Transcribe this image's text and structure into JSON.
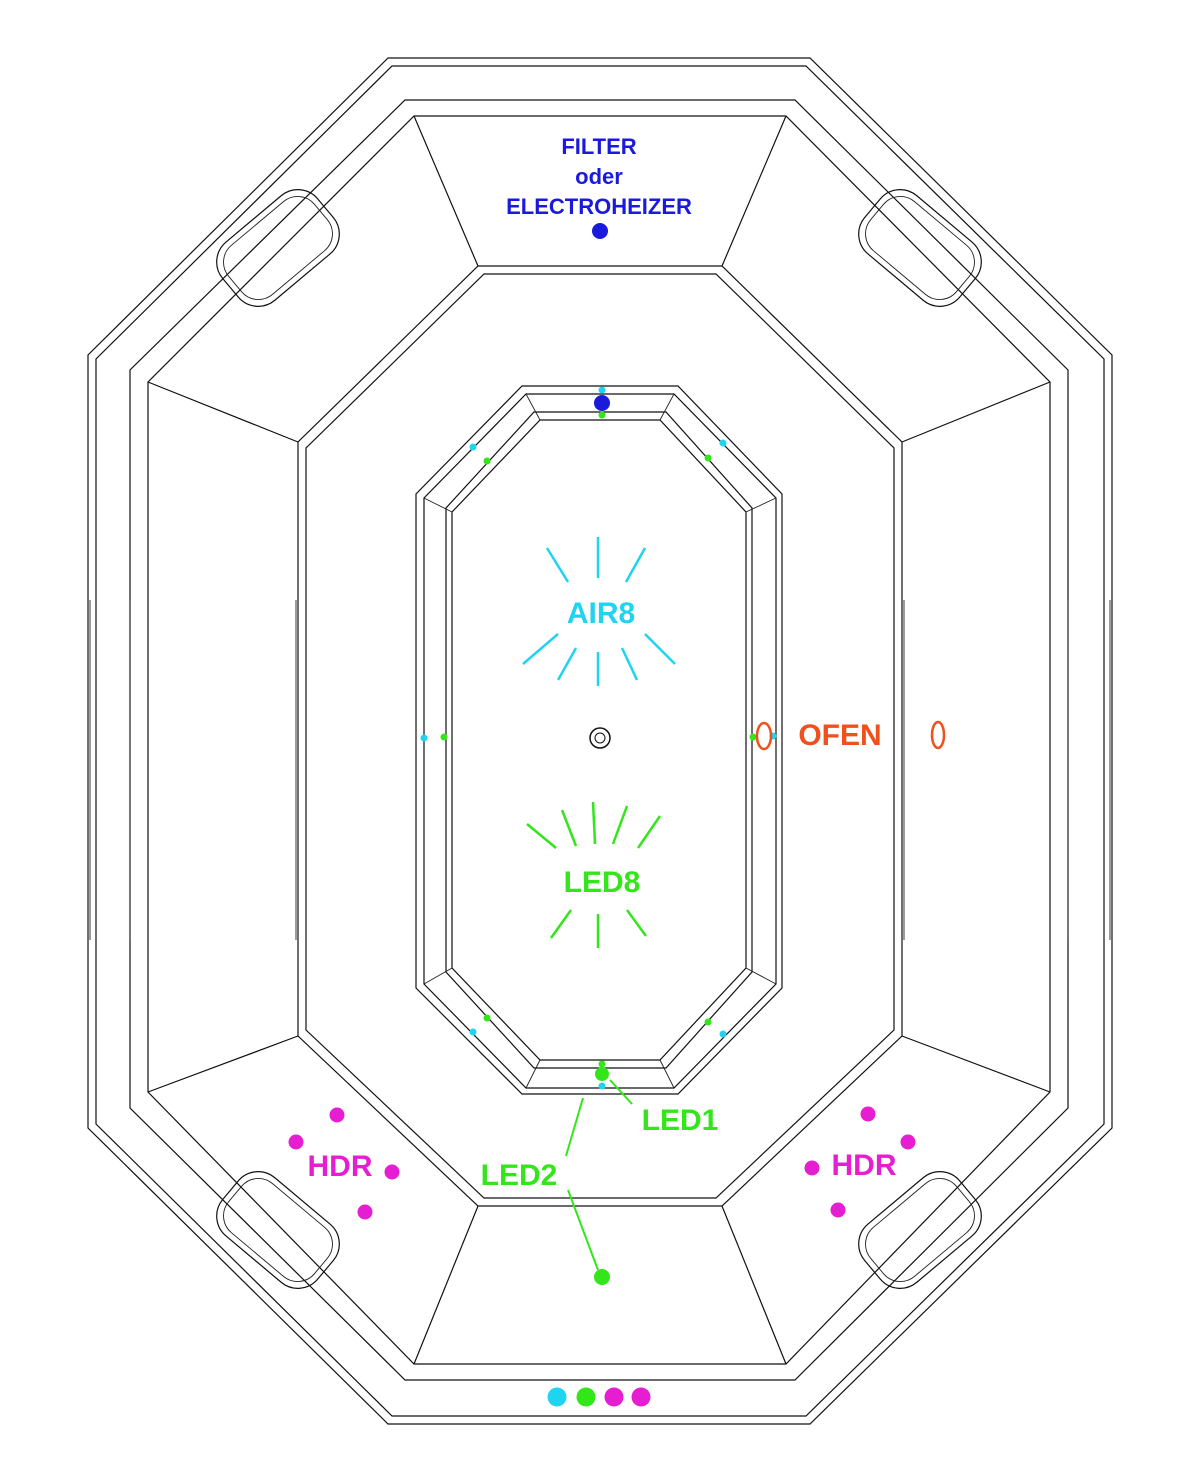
{
  "colors": {
    "filter": "#1a1adc",
    "air": "#1ed4f0",
    "led": "#33e61a",
    "hdr": "#e61ed2",
    "ofen": "#f0501e",
    "outline": "#111111"
  },
  "labels": {
    "filter_line1": "FILTER",
    "filter_line2": "oder",
    "filter_line3": "ELECTROHEIZER",
    "air": "AIR8",
    "led8": "LED8",
    "ofen": "OFEN",
    "led1": "LED1",
    "led2": "LED2",
    "hdr_left": "HDR",
    "hdr_right": "HDR"
  },
  "components": {
    "air_nozzle_count": 8,
    "led_count": 8
  },
  "icons": {
    "center_drain": "drain-icon",
    "pillows": "headrest-pillow-icon"
  }
}
